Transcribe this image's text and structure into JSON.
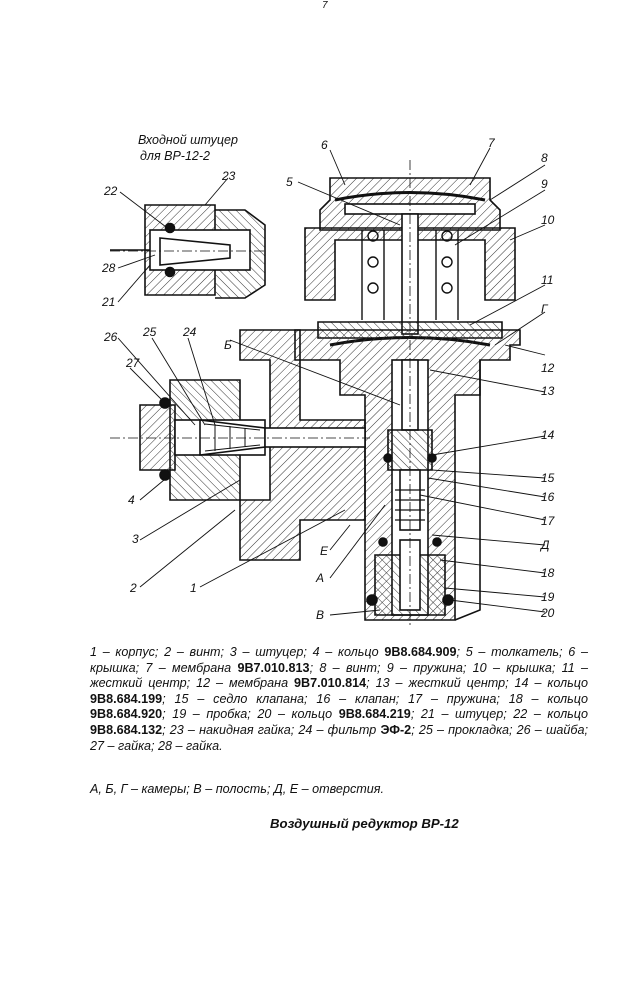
{
  "page_mark": "7",
  "inset_title_line1": "Входной штуцер",
  "inset_title_line2": "для ВР-12-2",
  "callouts": [
    "6",
    "7",
    "8",
    "9",
    "5",
    "10",
    "22",
    "23",
    "28",
    "21",
    "26",
    "25",
    "24",
    "11",
    "Г",
    "Б",
    "12",
    "27",
    "13",
    "14",
    "15",
    "16",
    "17",
    "4",
    "3",
    "Д",
    "Е",
    "2",
    "1",
    "А",
    "18",
    "19",
    "В",
    "20"
  ],
  "caption_segments": [
    {
      "text": "1 – корпус; 2 – винт; 3 – штуцер; 4 – кольцо ",
      "bold": false
    },
    {
      "text": "9В8.684.909",
      "bold": true
    },
    {
      "text": "; 5 – толкатель; 6 – крышка; 7 – мембрана ",
      "bold": false
    },
    {
      "text": "9В7.010.813",
      "bold": true
    },
    {
      "text": "; 8 – винт; 9 – пружина; 10 – крышка; 11 – жесткий центр; 12 – мембрана ",
      "bold": false
    },
    {
      "text": "9В7.010.814",
      "bold": true
    },
    {
      "text": "; 13 – жесткий центр; 14 – кольцо ",
      "bold": false
    },
    {
      "text": "9В8.684.199",
      "bold": true
    },
    {
      "text": "; 15 – седло клапана; 16 – клапан; 17 – пружина; 18 – кольцо ",
      "bold": false
    },
    {
      "text": "9В8.684.920",
      "bold": true
    },
    {
      "text": "; 19 – пробка; 20 – кольцо ",
      "bold": false
    },
    {
      "text": "9В8.684.219",
      "bold": true
    },
    {
      "text": "; 21 – штуцер; 22 – кольцо ",
      "bold": false
    },
    {
      "text": "9В8.684.132",
      "bold": true
    },
    {
      "text": "; 23 – накидная гайка; 24 – фильтр ",
      "bold": false
    },
    {
      "text": "ЭФ-2",
      "bold": true
    },
    {
      "text": "; 25 – прокладка; 26 – шайба; 27 – гайка; 28 – гайка.",
      "bold": false
    }
  ],
  "legend_line": "А, Б, Г – камеры; В – полость; Д, Е – отверстия.",
  "figure_title": "Воздушный редуктор ВР-12"
}
